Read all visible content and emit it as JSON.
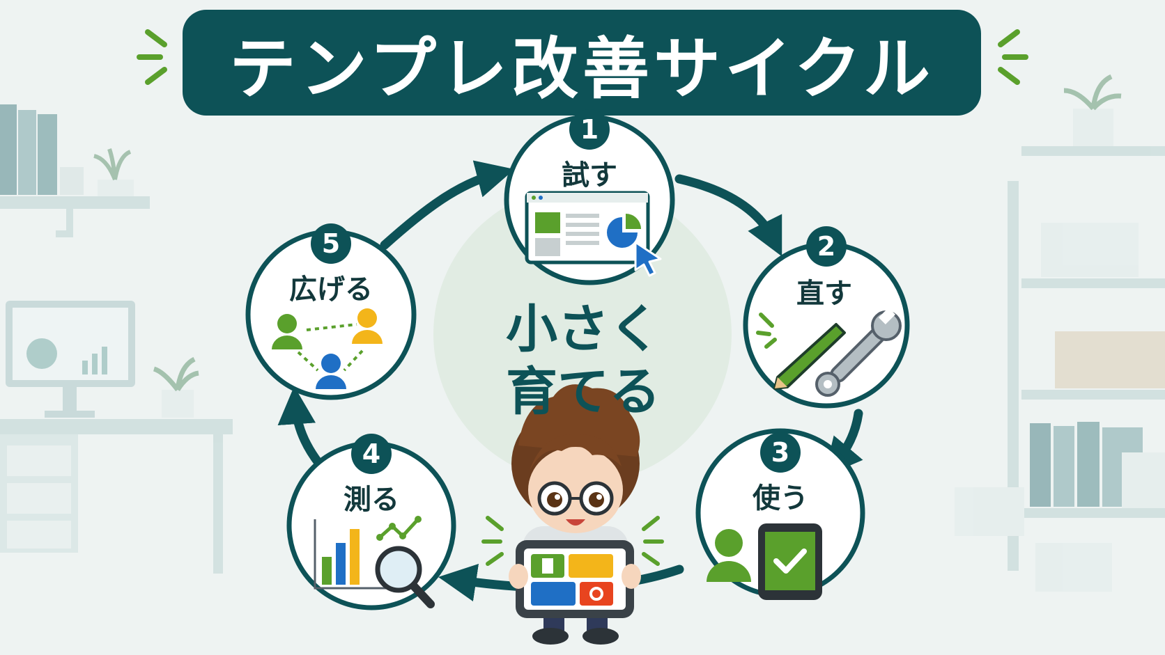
{
  "title": "テンプレ改善サイクル",
  "center_message": {
    "line1": "小さく",
    "line2": "育てる"
  },
  "steps": [
    {
      "number": "1",
      "label": "試す",
      "icon": "dashboard-window-icon"
    },
    {
      "number": "2",
      "label": "直す",
      "icon": "pencil-wrench-icon"
    },
    {
      "number": "3",
      "label": "使う",
      "icon": "user-tablet-check-icon"
    },
    {
      "number": "4",
      "label": "測る",
      "icon": "bar-chart-magnifier-icon"
    },
    {
      "number": "5",
      "label": "広げる",
      "icon": "user-network-icon"
    }
  ],
  "colors": {
    "primary": "#0d5257",
    "accent_green": "#5aa02c",
    "accent_blue": "#1f6fc5",
    "accent_yellow": "#f3b51a",
    "accent_red": "#e8441f",
    "background": "#eef3f2"
  }
}
